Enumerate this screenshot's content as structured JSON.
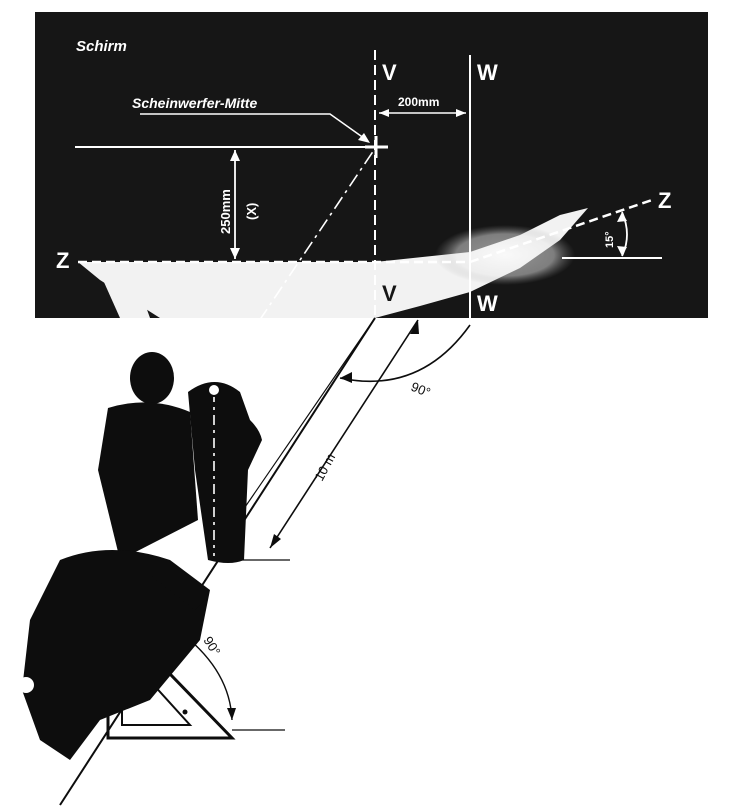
{
  "screen": {
    "title": "Schirm",
    "headlight_center_label": "Scheinwerfer-Mitte"
  },
  "markers": {
    "v_top": "V",
    "w_top": "W",
    "v_bottom": "V",
    "w_bottom": "W",
    "z_left": "Z",
    "z_right": "Z"
  },
  "dimensions": {
    "horizontal_offset": "200mm",
    "height": "250mm",
    "height_variable": "(X)",
    "cutoff_angle": "15°",
    "distance": "10 m",
    "right_angle_top": "90°",
    "right_angle_bottom": "90°"
  },
  "colors": {
    "screen": "#161616",
    "paper": "#ffffff",
    "ink": "#0d0d0d",
    "annotation": "#ffffff"
  }
}
